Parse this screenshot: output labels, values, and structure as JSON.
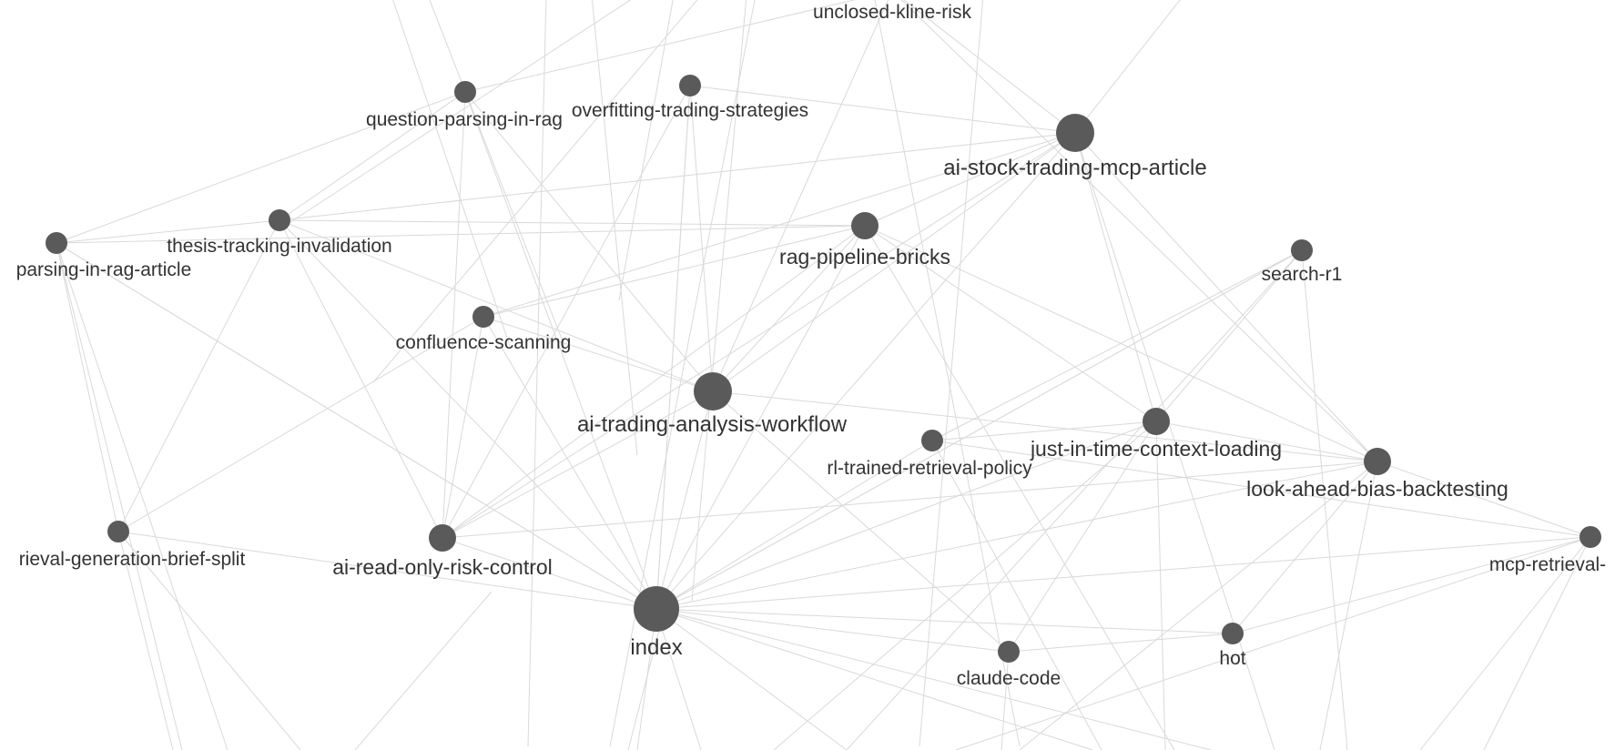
{
  "graph": {
    "colors": {
      "background": "#ffffff",
      "edge": "#d9d9d9",
      "node": "#5a5a5a",
      "label": "#333333"
    },
    "nodes": [
      {
        "id": "unclosed-kline-risk",
        "label": "unclosed-kline-risk",
        "size": "hidden"
      },
      {
        "id": "question-parsing-in-rag",
        "label": "question-parsing-in-rag",
        "size": "small"
      },
      {
        "id": "overfitting-trading-strategies",
        "label": "overfitting-trading-strategies",
        "size": "small"
      },
      {
        "id": "ai-stock-trading-mcp-article",
        "label": "ai-stock-trading-mcp-article",
        "size": "large"
      },
      {
        "id": "thesis-tracking-invalidation",
        "label": "thesis-tracking-invalidation",
        "size": "small"
      },
      {
        "id": "question-parsing-in-rag-article",
        "label": "parsing-in-rag-article",
        "size": "small"
      },
      {
        "id": "rag-pipeline-bricks",
        "label": "rag-pipeline-bricks",
        "size": "medium"
      },
      {
        "id": "search-r1",
        "label": "search-r1",
        "size": "small"
      },
      {
        "id": "confluence-scanning",
        "label": "confluence-scanning",
        "size": "small"
      },
      {
        "id": "ai-trading-analysis-workflow",
        "label": "ai-trading-analysis-workflow",
        "size": "large"
      },
      {
        "id": "rl-trained-retrieval-policy",
        "label": "rl-trained-retrieval-policy",
        "size": "small"
      },
      {
        "id": "just-in-time-context-loading",
        "label": "just-in-time-context-loading",
        "size": "medium"
      },
      {
        "id": "look-ahead-bias-backtesting",
        "label": "look-ahead-bias-backtesting",
        "size": "medium"
      },
      {
        "id": "retrieval-generation-brief-split",
        "label": "rieval-generation-brief-split",
        "size": "small"
      },
      {
        "id": "ai-read-only-risk-control",
        "label": "ai-read-only-risk-control",
        "size": "medium"
      },
      {
        "id": "mcp-retrieval",
        "label": "mcp-retrieval-",
        "size": "small"
      },
      {
        "id": "index",
        "label": "index",
        "size": "hub"
      },
      {
        "id": "claude-code",
        "label": "claude-code",
        "size": "small"
      },
      {
        "id": "hot",
        "label": "hot",
        "size": "small"
      }
    ]
  }
}
